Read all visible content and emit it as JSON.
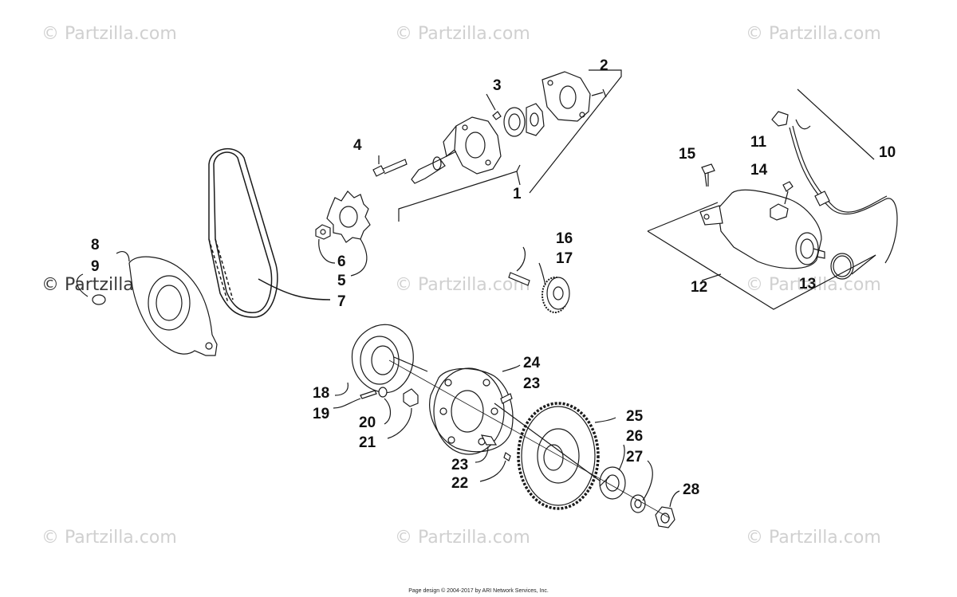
{
  "watermarks": [
    "© Partzilla.com",
    "© Partzilla.com",
    "© Partzilla.com",
    "© Partzilla.com",
    "© Partzilla.com",
    "© Partzilla.com",
    "© Partzilla.com",
    "© Partzilla.com",
    "© Partzilla.com"
  ],
  "watermark_dark": "© Partzilla.com",
  "callouts": [
    "1",
    "2",
    "3",
    "4",
    "5",
    "6",
    "7",
    "8",
    "9",
    "10",
    "11",
    "12",
    "13",
    "14",
    "15",
    "16",
    "17",
    "18",
    "19",
    "20",
    "21",
    "22",
    "23",
    "23",
    "24",
    "25",
    "26",
    "27",
    "28"
  ],
  "footer": "Page design © 2004-2017 by ARI Network Services, Inc."
}
